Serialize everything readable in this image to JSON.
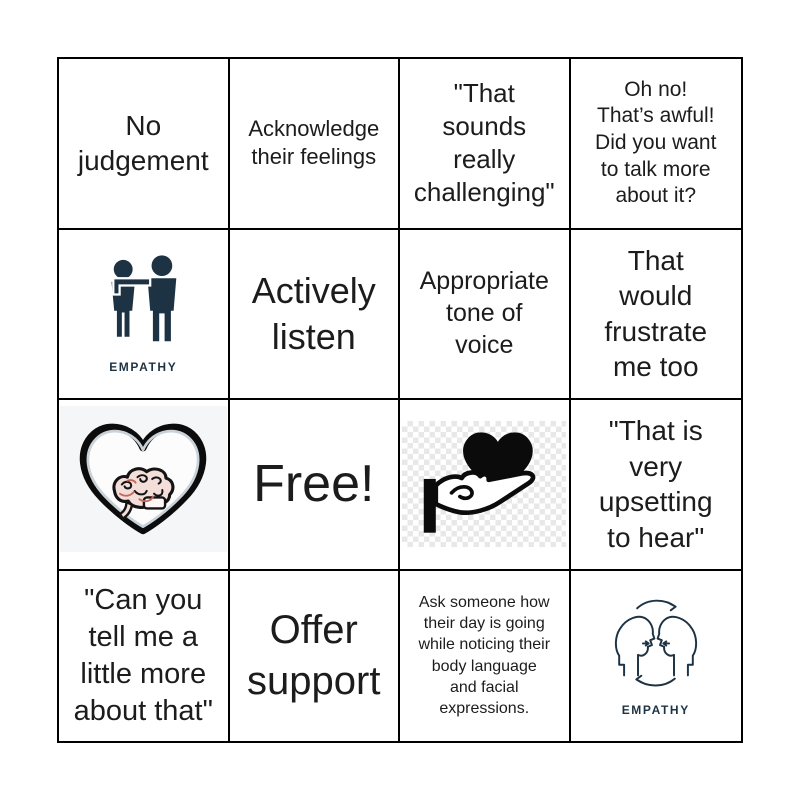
{
  "board": {
    "cells": [
      {
        "kind": "text",
        "text": "No\njudgement"
      },
      {
        "kind": "text",
        "text": "Acknowledge\ntheir feelings"
      },
      {
        "kind": "text",
        "text": "\"That\nsounds\nreally\nchallenging\""
      },
      {
        "kind": "text",
        "text": "Oh no!\nThat’s awful!\nDid you want\nto talk more\nabout it?"
      },
      {
        "kind": "image",
        "icon": "empathy-people-icon",
        "caption": "EMPATHY"
      },
      {
        "kind": "text",
        "text": "Actively\nlisten"
      },
      {
        "kind": "text",
        "text": "Appropriate\ntone of\nvoice"
      },
      {
        "kind": "text",
        "text": "That\nwould\nfrustrate\nme too"
      },
      {
        "kind": "image",
        "icon": "heart-brain-icon"
      },
      {
        "kind": "text",
        "text": "Free!"
      },
      {
        "kind": "image",
        "icon": "hand-heart-icon"
      },
      {
        "kind": "text",
        "text": "\"That is\nvery\nupsetting\nto hear\""
      },
      {
        "kind": "text",
        "text": "\"Can you\ntell me a\nlittle more\nabout that\""
      },
      {
        "kind": "text",
        "text": "Offer\nsupport"
      },
      {
        "kind": "text",
        "text": "Ask someone how\ntheir day is going\nwhile noticing their\nbody language\nand facial\nexpressions."
      },
      {
        "kind": "image",
        "icon": "empathy-faces-icon",
        "caption": "EMPATHY"
      }
    ]
  },
  "colors": {
    "grid_line": "#000000",
    "text": "#1c1c1c",
    "icon_navy": "#1d3344",
    "checker_gray": "#e8e8e8",
    "photo_background": "#f5f6f7",
    "heart_outline": "#0c0c0c",
    "heart_inner_highlight": "#c9d2d8",
    "brain_fill": "#f3ded9",
    "brain_accent": "#c4685c"
  }
}
